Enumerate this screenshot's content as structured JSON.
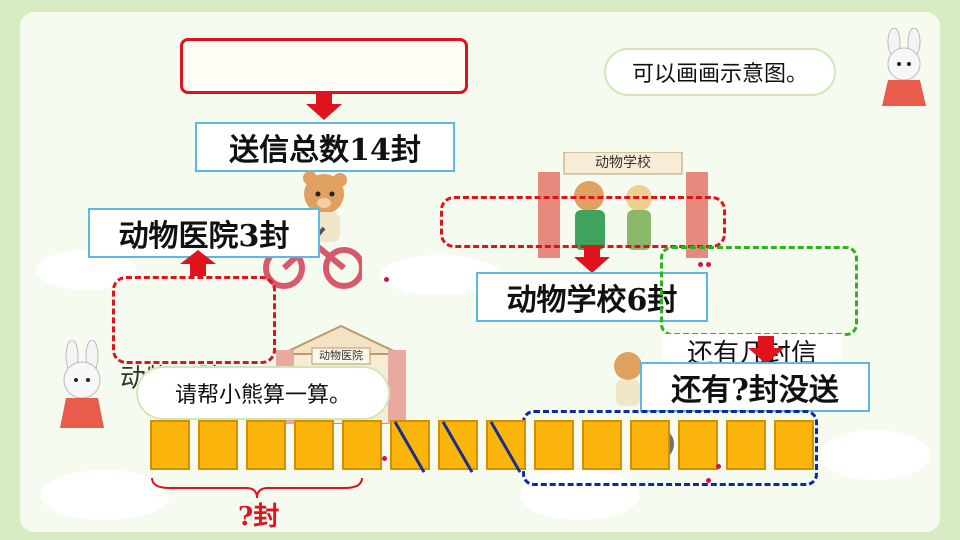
{
  "labels": {
    "total": "送信总数14封",
    "hospital": "动物医院3封",
    "school": "动物学校6封",
    "remaining": "还有?封没送",
    "remaining_behind": "还有几封信",
    "hospital_sign": "动物医院",
    "school_sign": "动物学校",
    "partial_hidden_left": "动物医院",
    "brace_answer": "?封"
  },
  "speech": {
    "rabbit_top": "可以画画示意图。",
    "rabbit_bottom": "请帮小熊算一算。"
  },
  "envelopes": {
    "total": 14,
    "crossed": 3
  },
  "colors": {
    "background": "#d8ecc4",
    "panel": "#f6fbef",
    "red": "#e0121b",
    "green": "#2db41c",
    "blue": "#0b2aa6",
    "envelope": "#fbb40b",
    "label_border": "#5db8e6"
  }
}
